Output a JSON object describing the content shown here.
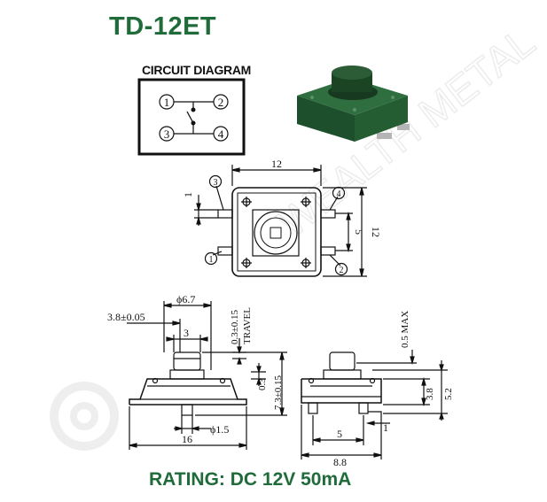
{
  "title": "TD-12ET",
  "circuit": {
    "title": "CIRCUIT DIAGRAM",
    "pins": [
      "1",
      "2",
      "3",
      "4"
    ]
  },
  "watermark": "WEALTH METAL",
  "top_view": {
    "width_dim": "12",
    "height_dim": "12",
    "pin_spacing_dim": "5",
    "pin_offset_dim": "1",
    "pin_labels": [
      "3",
      "4",
      "1",
      "2"
    ]
  },
  "side_view": {
    "dia_cap": "ϕ6.7",
    "cap_offset": "3.8±0.05",
    "cap_width": "3",
    "travel_dim": "0.3±0.15",
    "travel_label": "TRAVEL",
    "small_dim": "0.3",
    "height_dim": "7.3±0.15",
    "body_width": "16",
    "pin_dia": "ϕ1.5"
  },
  "end_view": {
    "max_dim": "0.5 MAX",
    "body_height": "3.8",
    "total_height": "5.2",
    "pin_pitch": "5",
    "pin_offset": "1",
    "width": "8.8"
  },
  "rating": "RATING: DC 12V 50mA",
  "colors": {
    "brand_green": "#1f6b3a",
    "product_green": "#2e6a3c",
    "line": "#111111"
  }
}
